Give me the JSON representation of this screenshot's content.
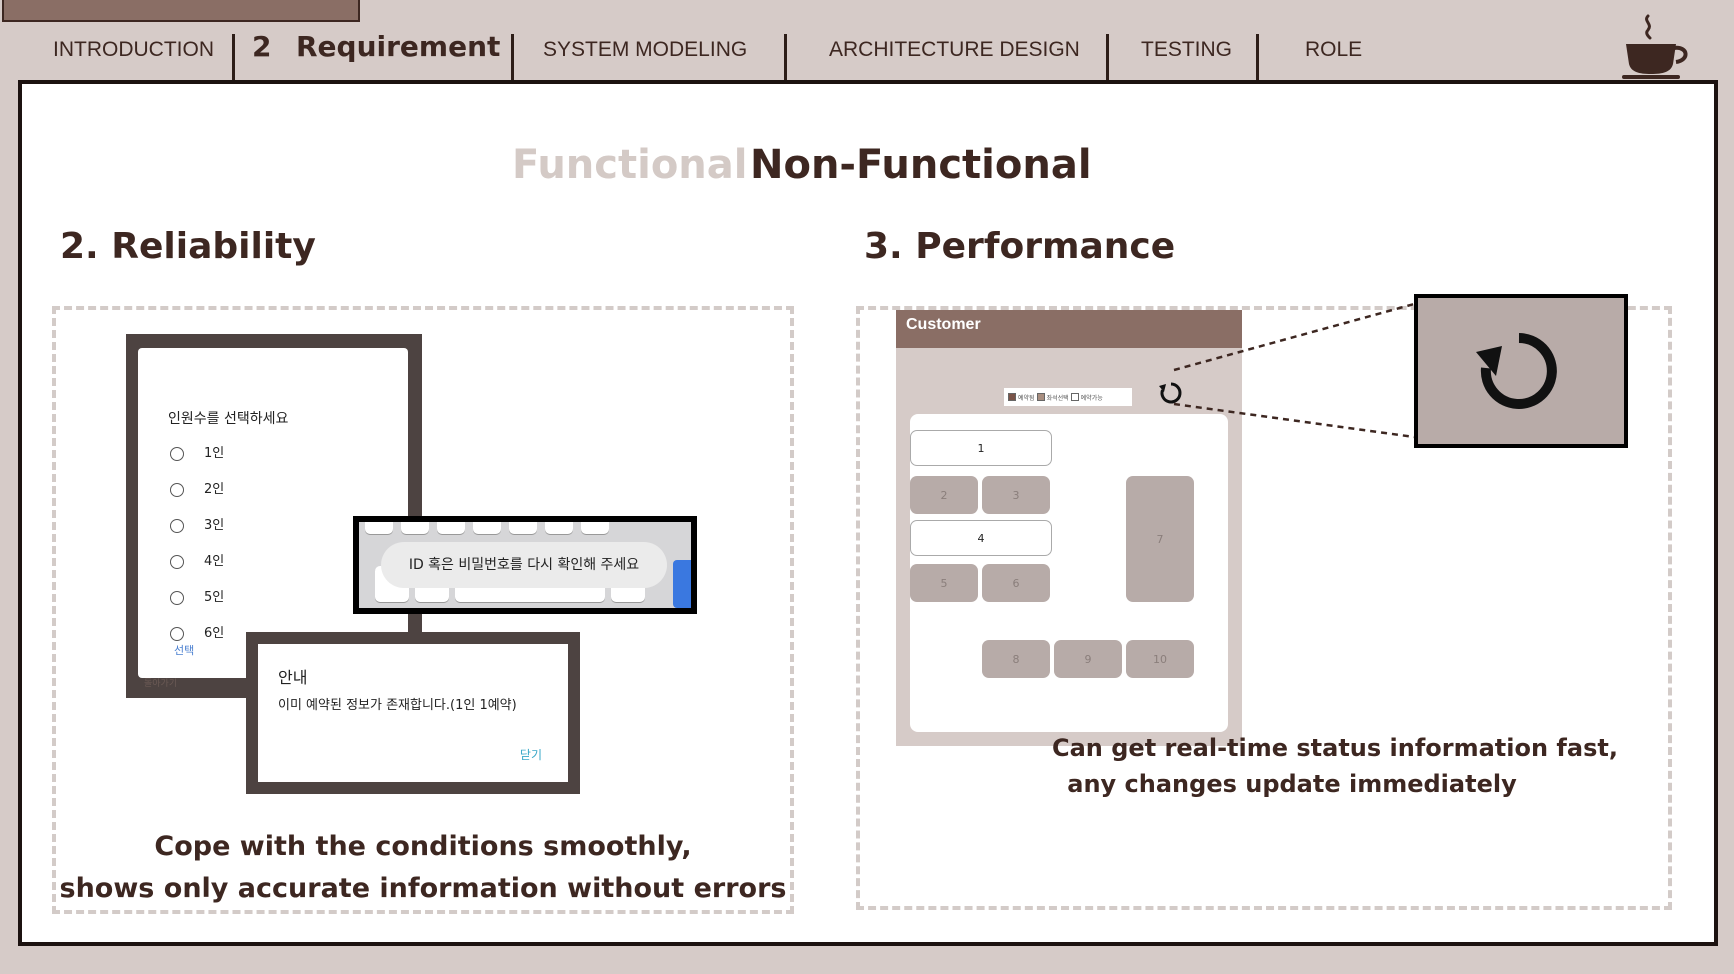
{
  "nav": {
    "items": [
      "INTRODUCTION",
      "2",
      "Requirement",
      "SYSTEM MODELING",
      "ARCHITECTURE DESIGN",
      "TESTING",
      "ROLE"
    ]
  },
  "header": {
    "functional_label": "Functional",
    "nonfunctional_label": "Non-Functional"
  },
  "sections": {
    "reliability": {
      "title": "2. Reliability",
      "caption_line1": "Cope with the conditions smoothly,",
      "caption_line2": "shows only accurate information without errors"
    },
    "performance": {
      "title": "3. Performance",
      "caption_line1": "Can get real-time status information fast,",
      "caption_line2": "any changes update immediately"
    }
  },
  "reliability_shots": {
    "people_dialog": {
      "title": "인원수를 선택하세요",
      "options": [
        "1인",
        "2인",
        "3인",
        "4인",
        "5인",
        "6인"
      ],
      "select_label": "선택",
      "back_label": "돌아가기"
    },
    "login_toast": "ID 혹은 비밀번호를 다시 확인해 주세요",
    "alert": {
      "title": "안내",
      "message": "이미 예약된 정보가 존재합니다.(1인 1예약)",
      "close": "닫기"
    }
  },
  "performance_shot": {
    "app_title": "Customer",
    "legend": [
      "예약됨",
      "좌석선택",
      "예약가능"
    ],
    "seats": [
      "1",
      "2",
      "3",
      "4",
      "5",
      "6",
      "7",
      "8",
      "9",
      "10"
    ]
  },
  "colors": {
    "background": "#d6cbc8",
    "brand_brown": "#8a6e65",
    "text_dark": "#3d2721",
    "inactive_tab": "#d4cac6"
  },
  "icons": [
    "coffee-cup-icon",
    "refresh-icon"
  ]
}
